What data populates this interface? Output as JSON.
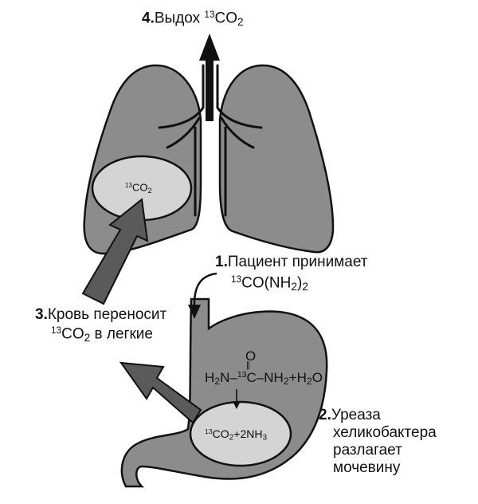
{
  "steps": {
    "step1": {
      "num": "1.",
      "line1": "Пациент принимает",
      "iso": "13",
      "formula": "CO(NH",
      "sub": "2",
      "close": ")",
      "sub2": "2"
    },
    "step2": {
      "num": "2.",
      "line1": "Уреаза",
      "line2": "хеликобактера",
      "line3": "разлагает",
      "line4": "мочевину"
    },
    "step3": {
      "num": "3.",
      "line1": "Кровь переносит",
      "iso": "13",
      "formula": "CO",
      "sub": "2",
      "line2_rest": " в легкие"
    },
    "step4": {
      "num": "4.",
      "text": "Выдох ",
      "iso": "13",
      "formula": "CO",
      "sub": "2"
    }
  },
  "lungs_bubble": {
    "iso": "13",
    "formula": "CO",
    "sub": "2"
  },
  "urea_reaction": {
    "o": "O",
    "double_bond": "||",
    "left": "H",
    "left_sub": "2",
    "left_n": "N–",
    "iso": "13",
    "center": "C–NH",
    "center_sub": "2",
    "plus": "+H",
    "water_sub": "2",
    "water_o": "O"
  },
  "stomach_bubble": {
    "iso": "13",
    "formula": "CO",
    "sub": "2",
    "rest": "+2NH",
    "sub2": "3"
  },
  "colors": {
    "organ_fill": "#8c8c8c",
    "bubble_fill": "#d4d4d4",
    "arrow_fill": "#5a5a5a",
    "outline": "#111111"
  },
  "icons": [
    "up-arrow-exhale-icon",
    "diagonal-arrow-blood-to-lungs-icon",
    "diagonal-arrow-blood-from-stomach-icon",
    "curved-arrow-ingest-icon",
    "small-down-arrow-reaction-icon"
  ]
}
